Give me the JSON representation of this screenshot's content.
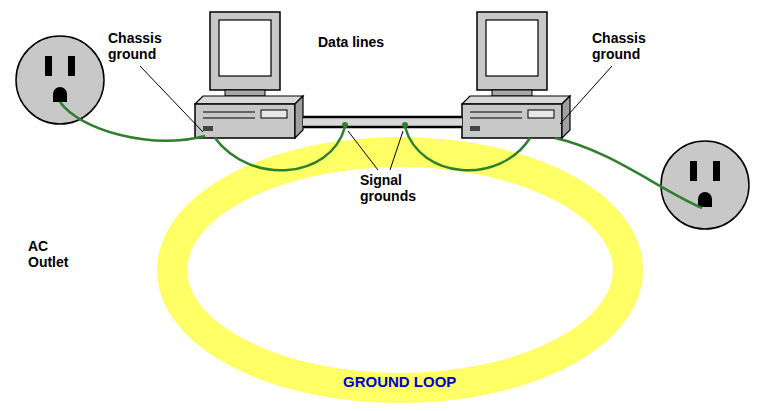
{
  "diagram": {
    "labels": [
      "Chassis ground",
      "Data lines",
      "Chassis ground",
      "Signal grounds",
      "AC Outlet",
      "GROUND LOOP"
    ]
  }
}
